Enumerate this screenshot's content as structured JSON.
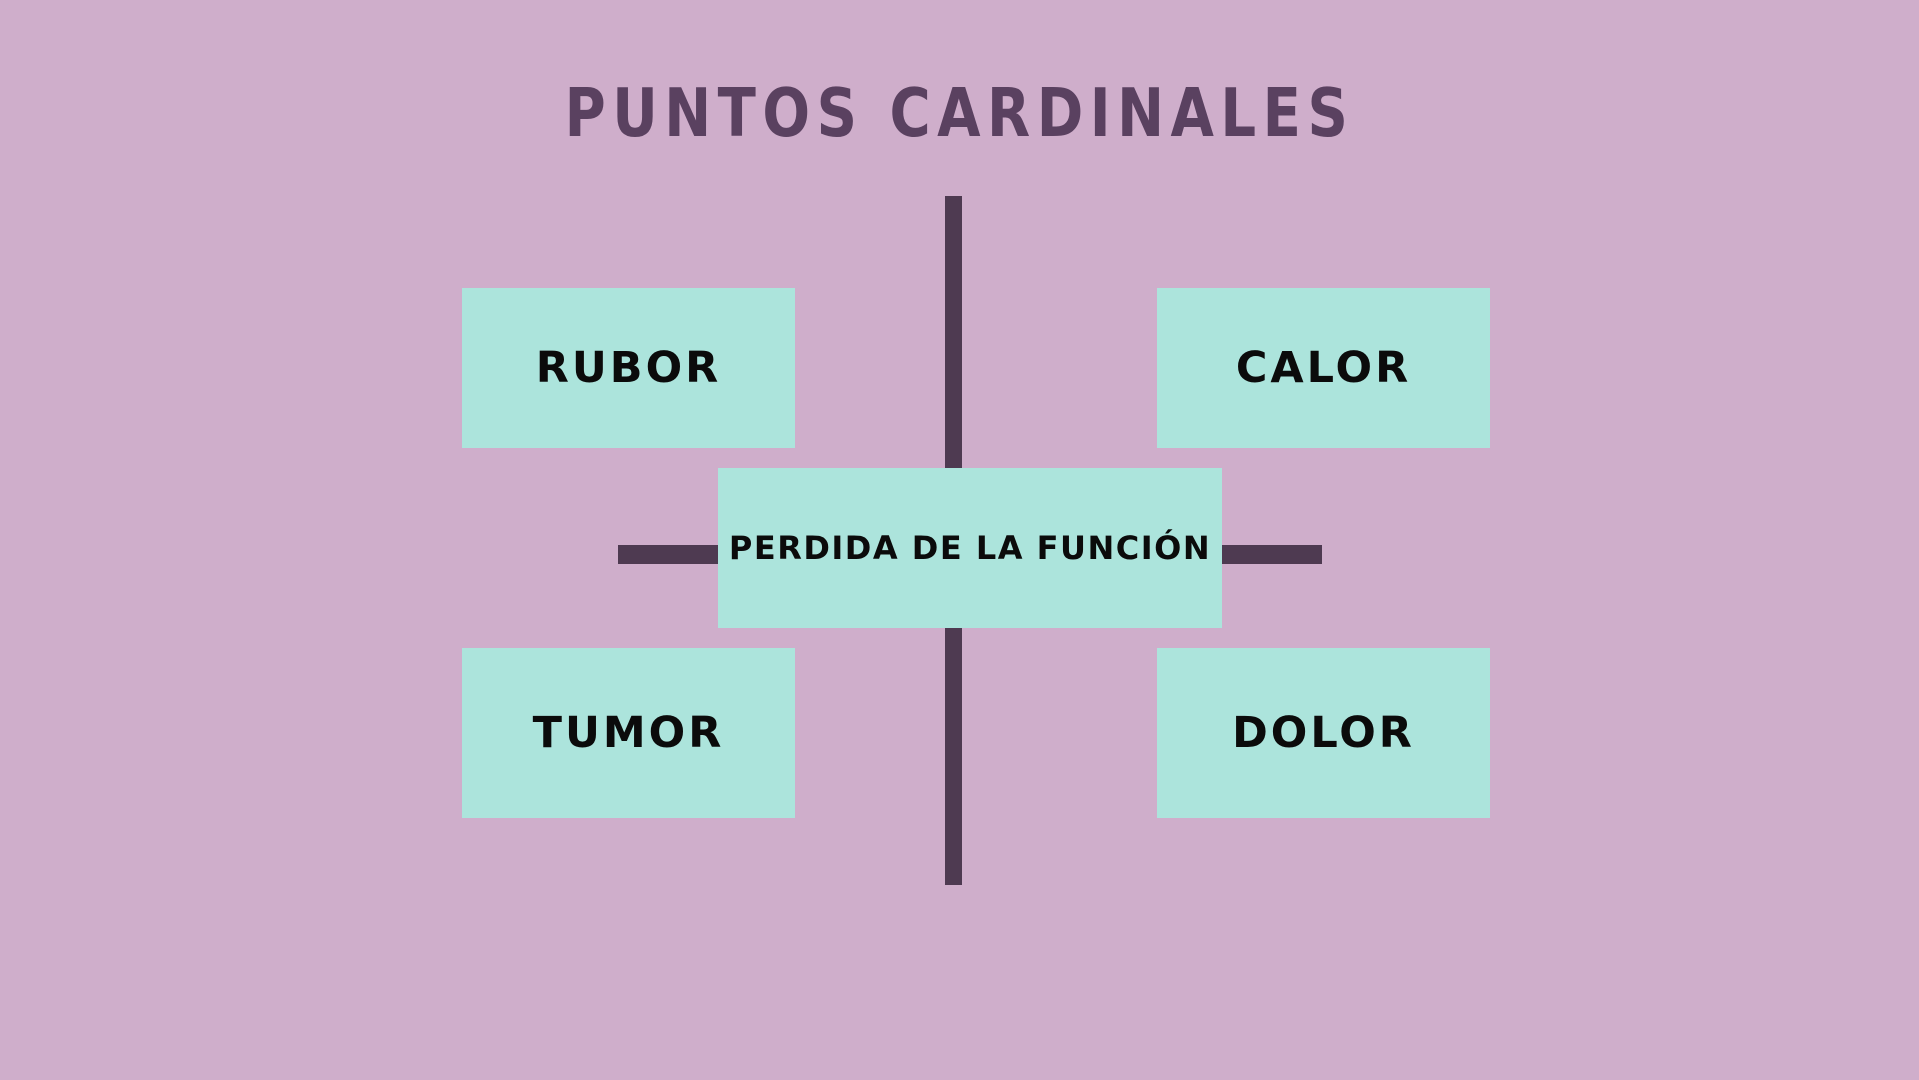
{
  "page": {
    "title": "PUNTOS CARDINALES",
    "background_color": "#cfaecb",
    "box_color": "#ace4dc",
    "line_color": "#4e3a51",
    "title_color": "#5a4160",
    "label_color": "#0b0b0b"
  },
  "diagram": {
    "type": "cross-quadrant",
    "center": {
      "id": "perdida-de-la-funcion",
      "label": "PERDIDA DE LA FUNCIÓN"
    },
    "nodes": [
      {
        "id": "rubor",
        "label": "RUBOR",
        "position": "top-left"
      },
      {
        "id": "calor",
        "label": "CALOR",
        "position": "top-right"
      },
      {
        "id": "tumor",
        "label": "TUMOR",
        "position": "bottom-left"
      },
      {
        "id": "dolor",
        "label": "DOLOR",
        "position": "bottom-right"
      }
    ],
    "connectors": [
      {
        "id": "vertical",
        "orientation": "vertical"
      },
      {
        "id": "left",
        "orientation": "horizontal"
      },
      {
        "id": "right",
        "orientation": "horizontal"
      }
    ]
  }
}
